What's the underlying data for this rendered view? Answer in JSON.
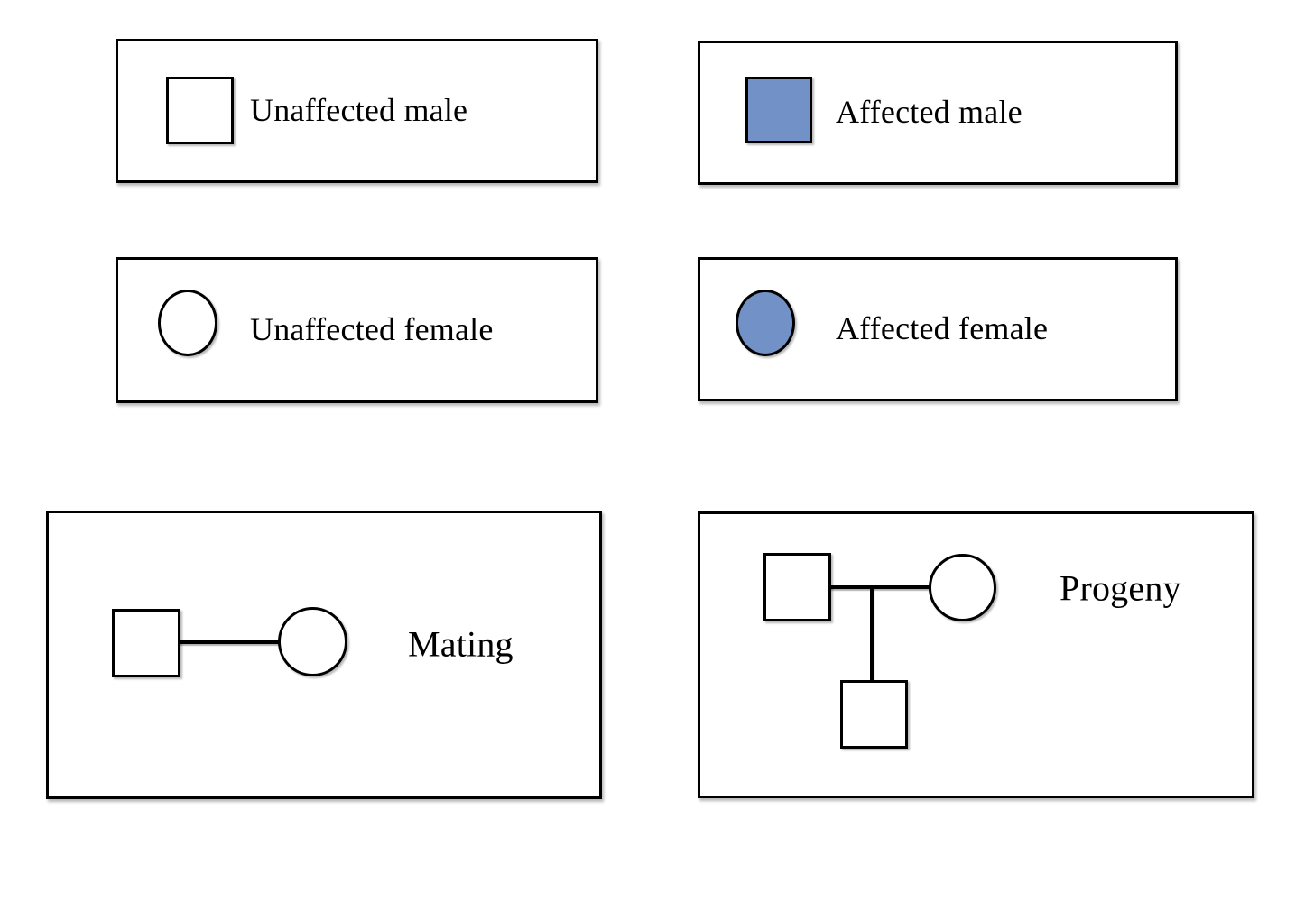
{
  "colors": {
    "affected_fill": "#7291C6",
    "outline": "#000000",
    "text": "#000000",
    "background": "#FFFFFF"
  },
  "panels": [
    {
      "id": "unaffected-male",
      "label": "Unaffected male",
      "symbol": "white-square"
    },
    {
      "id": "affected-male",
      "label": "Affected male",
      "symbol": "blue-filled-square"
    },
    {
      "id": "unaffected-female",
      "label": "Unaffected female",
      "symbol": "white-circle"
    },
    {
      "id": "affected-female",
      "label": "Affected female",
      "symbol": "blue-filled-circle"
    },
    {
      "id": "mating",
      "label": "Mating",
      "symbol": "square-joined-to-circle"
    },
    {
      "id": "progeny",
      "label": "Progeny",
      "symbol": "square-joined-to-circle-with-descent-line-to-child-square"
    }
  ]
}
